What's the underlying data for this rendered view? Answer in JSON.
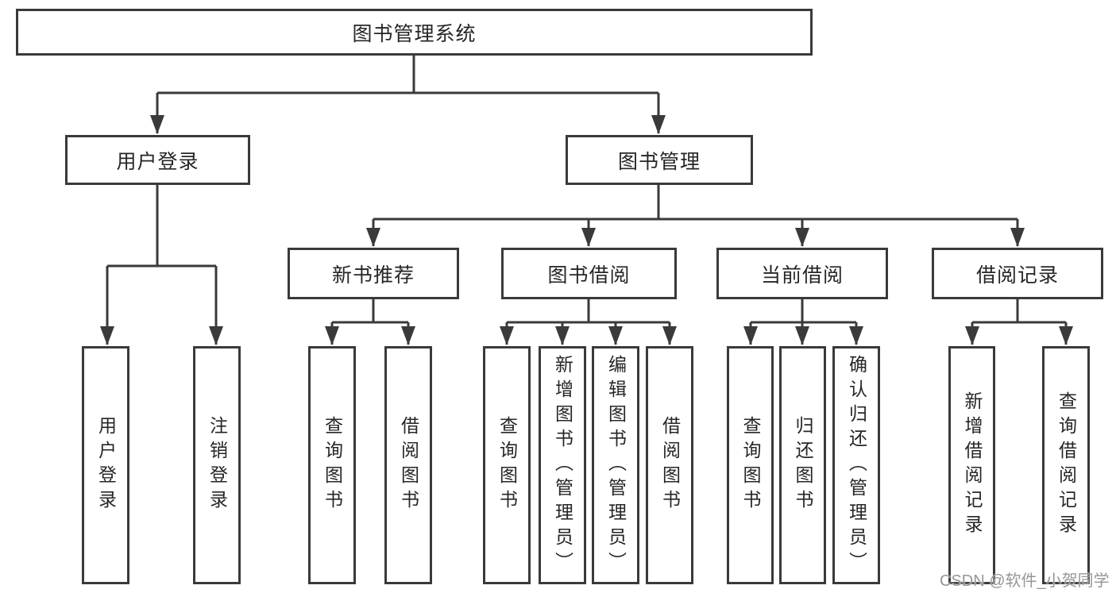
{
  "tree": {
    "root": {
      "label": "图书管理系统"
    },
    "branches": [
      {
        "label": "用户登录",
        "children": [
          {
            "label": "用户登录"
          },
          {
            "label": "注销登录"
          }
        ]
      },
      {
        "label": "图书管理",
        "children": [
          {
            "label": "新书推荐",
            "children": [
              {
                "label": "查询图书"
              },
              {
                "label": "借阅图书"
              }
            ]
          },
          {
            "label": "图书借阅",
            "children": [
              {
                "label": "查询图书"
              },
              {
                "label": "新增图书（管理员）"
              },
              {
                "label": "编辑图书（管理员）"
              },
              {
                "label": "借阅图书"
              }
            ]
          },
          {
            "label": "当前借阅",
            "children": [
              {
                "label": "查询图书"
              },
              {
                "label": "归还图书"
              },
              {
                "label": "确认归还（管理员）"
              }
            ]
          },
          {
            "label": "借阅记录",
            "children": [
              {
                "label": "新增借阅记录"
              },
              {
                "label": "查询借阅记录"
              }
            ]
          }
        ]
      }
    ]
  },
  "watermark": {
    "text": "CSDN @软件_小贺同学"
  },
  "colors": {
    "line": "#3a3a3a",
    "text": "#262626",
    "box_background": "#ffffff",
    "watermark": "#969696",
    "page_background": "#ffffff"
  }
}
